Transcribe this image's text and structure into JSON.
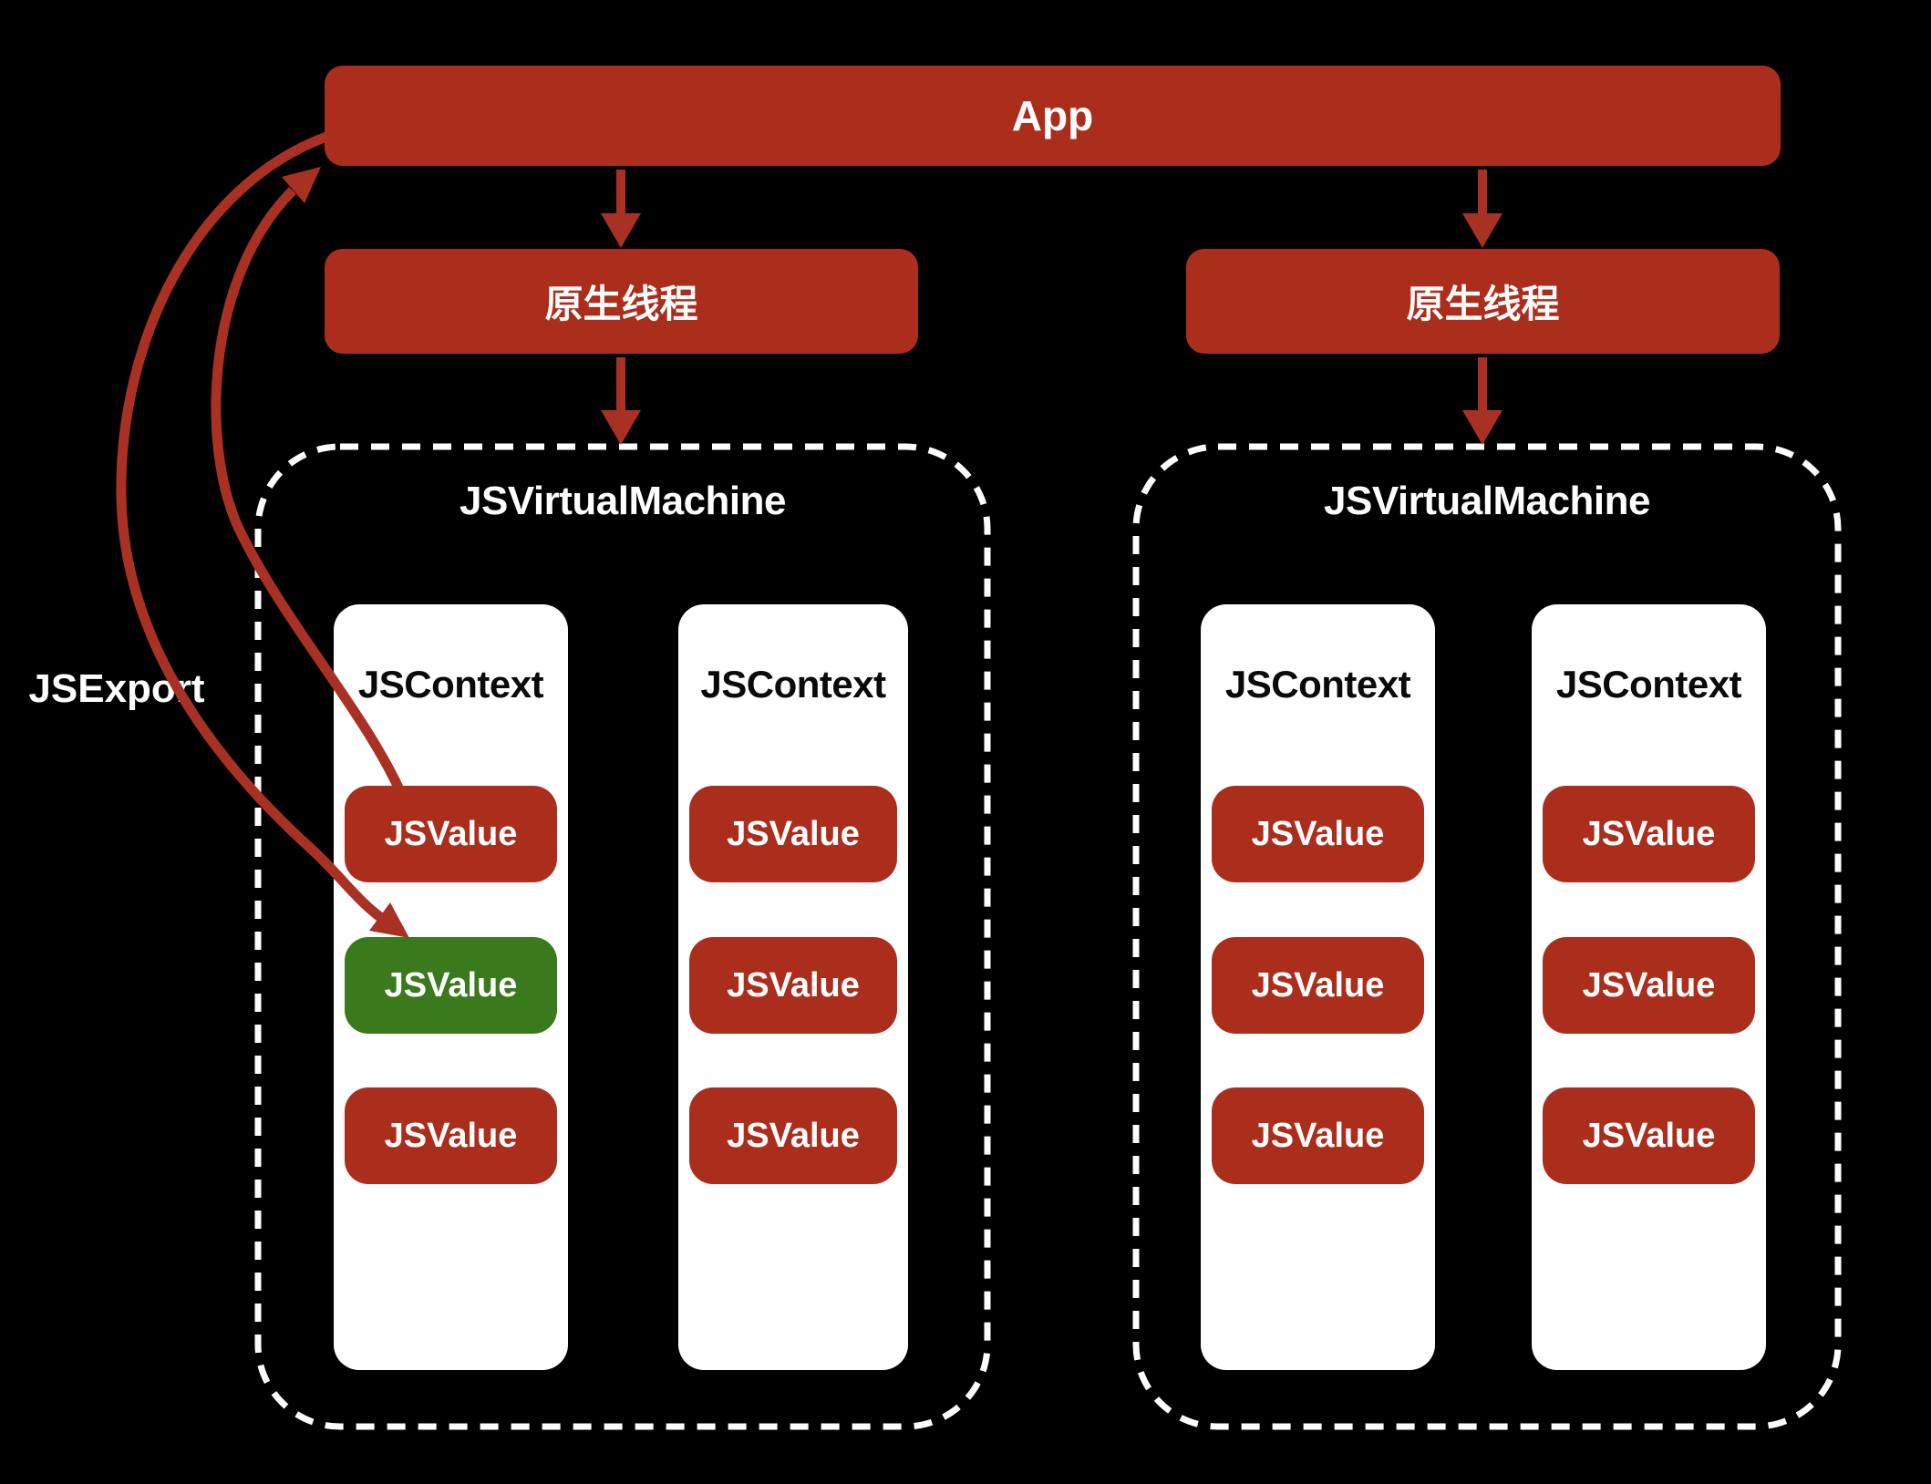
{
  "colors": {
    "background": "#000000",
    "red": "#ab2e1d",
    "green": "#3a7a1d",
    "arrow": "#a93124",
    "dashed_border": "#ffffff",
    "box_text": "#ffffff",
    "context_text": "#0a0a0a"
  },
  "jsexport_label": "JSExport",
  "app": {
    "label": "App"
  },
  "threads": [
    {
      "label": "原生线程"
    },
    {
      "label": "原生线程"
    }
  ],
  "vms": [
    {
      "title": "JSVirtualMachine",
      "contexts": [
        {
          "label": "JSContext",
          "values": [
            {
              "label": "JSValue",
              "variant": "red"
            },
            {
              "label": "JSValue",
              "variant": "green"
            },
            {
              "label": "JSValue",
              "variant": "red"
            }
          ]
        },
        {
          "label": "JSContext",
          "values": [
            {
              "label": "JSValue",
              "variant": "red"
            },
            {
              "label": "JSValue",
              "variant": "red"
            },
            {
              "label": "JSValue",
              "variant": "red"
            }
          ]
        }
      ]
    },
    {
      "title": "JSVirtualMachine",
      "contexts": [
        {
          "label": "JSContext",
          "values": [
            {
              "label": "JSValue",
              "variant": "red"
            },
            {
              "label": "JSValue",
              "variant": "red"
            },
            {
              "label": "JSValue",
              "variant": "red"
            }
          ]
        },
        {
          "label": "JSContext",
          "values": [
            {
              "label": "JSValue",
              "variant": "red"
            },
            {
              "label": "JSValue",
              "variant": "red"
            },
            {
              "label": "JSValue",
              "variant": "red"
            }
          ]
        }
      ]
    }
  ]
}
